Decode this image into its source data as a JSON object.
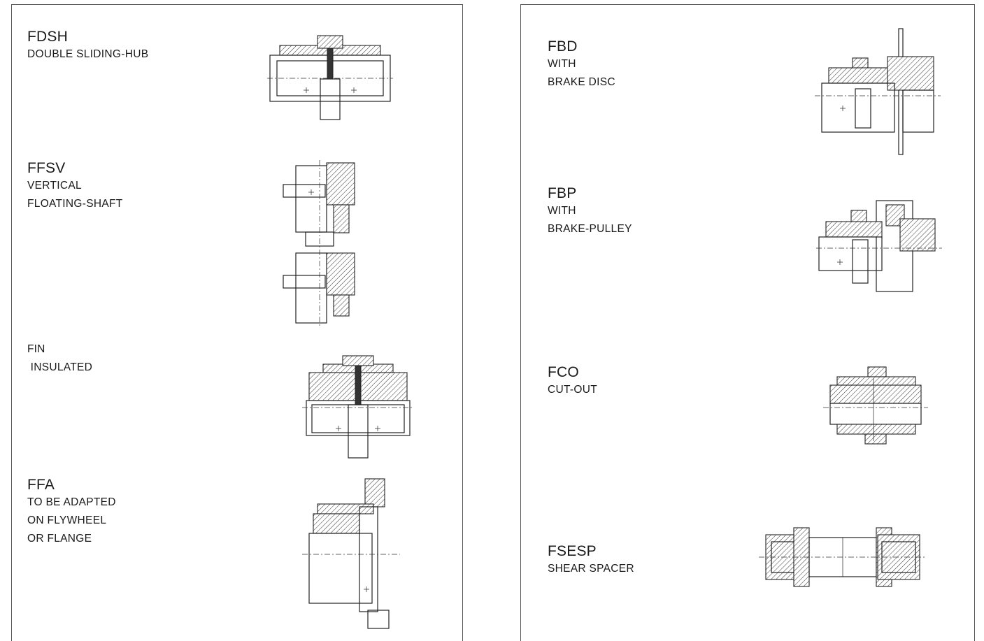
{
  "left": {
    "items": [
      {
        "code": "FDSH",
        "desc": "DOUBLE SLIDING-HUB",
        "icon": "coupling-drawing"
      },
      {
        "code": "FFSV",
        "desc": "VERTICAL\nFLOATING-SHAFT",
        "icon": "coupling-drawing"
      },
      {
        "code": "FIN",
        "desc": " INSULATED",
        "icon": "coupling-drawing"
      },
      {
        "code": "FFA",
        "desc": "TO BE ADAPTED\nON FLYWHEEL\nOR FLANGE",
        "icon": "coupling-drawing"
      }
    ]
  },
  "right": {
    "items": [
      {
        "code": "FBD",
        "desc": "WITH\nBRAKE DISC",
        "icon": "coupling-drawing"
      },
      {
        "code": "FBP",
        "desc": "WITH\nBRAKE-PULLEY",
        "icon": "coupling-drawing"
      },
      {
        "code": "FCO",
        "desc": "CUT-OUT",
        "icon": "coupling-drawing"
      },
      {
        "code": "FSESP",
        "desc": "SHEAR SPACER",
        "icon": "coupling-drawing"
      }
    ]
  }
}
